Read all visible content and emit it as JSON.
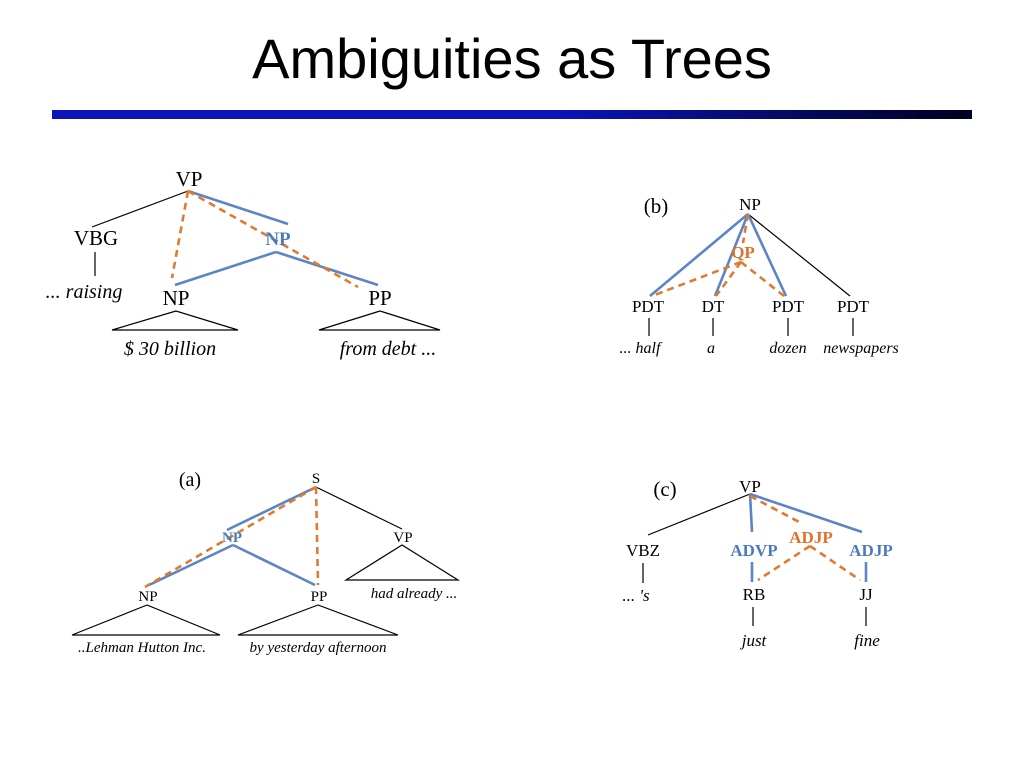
{
  "slide": {
    "title": "Ambiguities as Trees"
  },
  "tree_main": {
    "vp": "VP",
    "vbg": "VBG",
    "np_attach": "NP",
    "np": "NP",
    "pp": "PP",
    "word_raising": "... raising",
    "phrase_np": "$ 30 billion",
    "phrase_pp": "from debt ..."
  },
  "tree_b": {
    "tag": "(b)",
    "np": "NP",
    "qp": "QP",
    "pdt1": "PDT",
    "dt": "DT",
    "pdt2": "PDT",
    "pdt3": "PDT",
    "w1": "... half",
    "w2": "a",
    "w3": "dozen",
    "w4": "newspapers"
  },
  "tree_a": {
    "tag": "(a)",
    "s": "S",
    "np_attach": "NP",
    "vp": "VP",
    "np": "NP",
    "pp": "PP",
    "phrase_vp": "had already ...",
    "phrase_np": "..Lehman Hutton Inc.",
    "phrase_pp": "by yesterday afternoon"
  },
  "tree_c": {
    "tag": "(c)",
    "vp": "VP",
    "vbz": "VBZ",
    "advp": "ADVP",
    "adjp_orange": "ADJP",
    "adjp_blue": "ADJP",
    "rb": "RB",
    "jj": "JJ",
    "w_vbz": "... 's",
    "w_rb": "just",
    "w_jj": "fine"
  },
  "colors": {
    "blue_branch": "#5b85c5",
    "orange_branch": "#e07a30",
    "rule_blue": "#0a14b8"
  }
}
